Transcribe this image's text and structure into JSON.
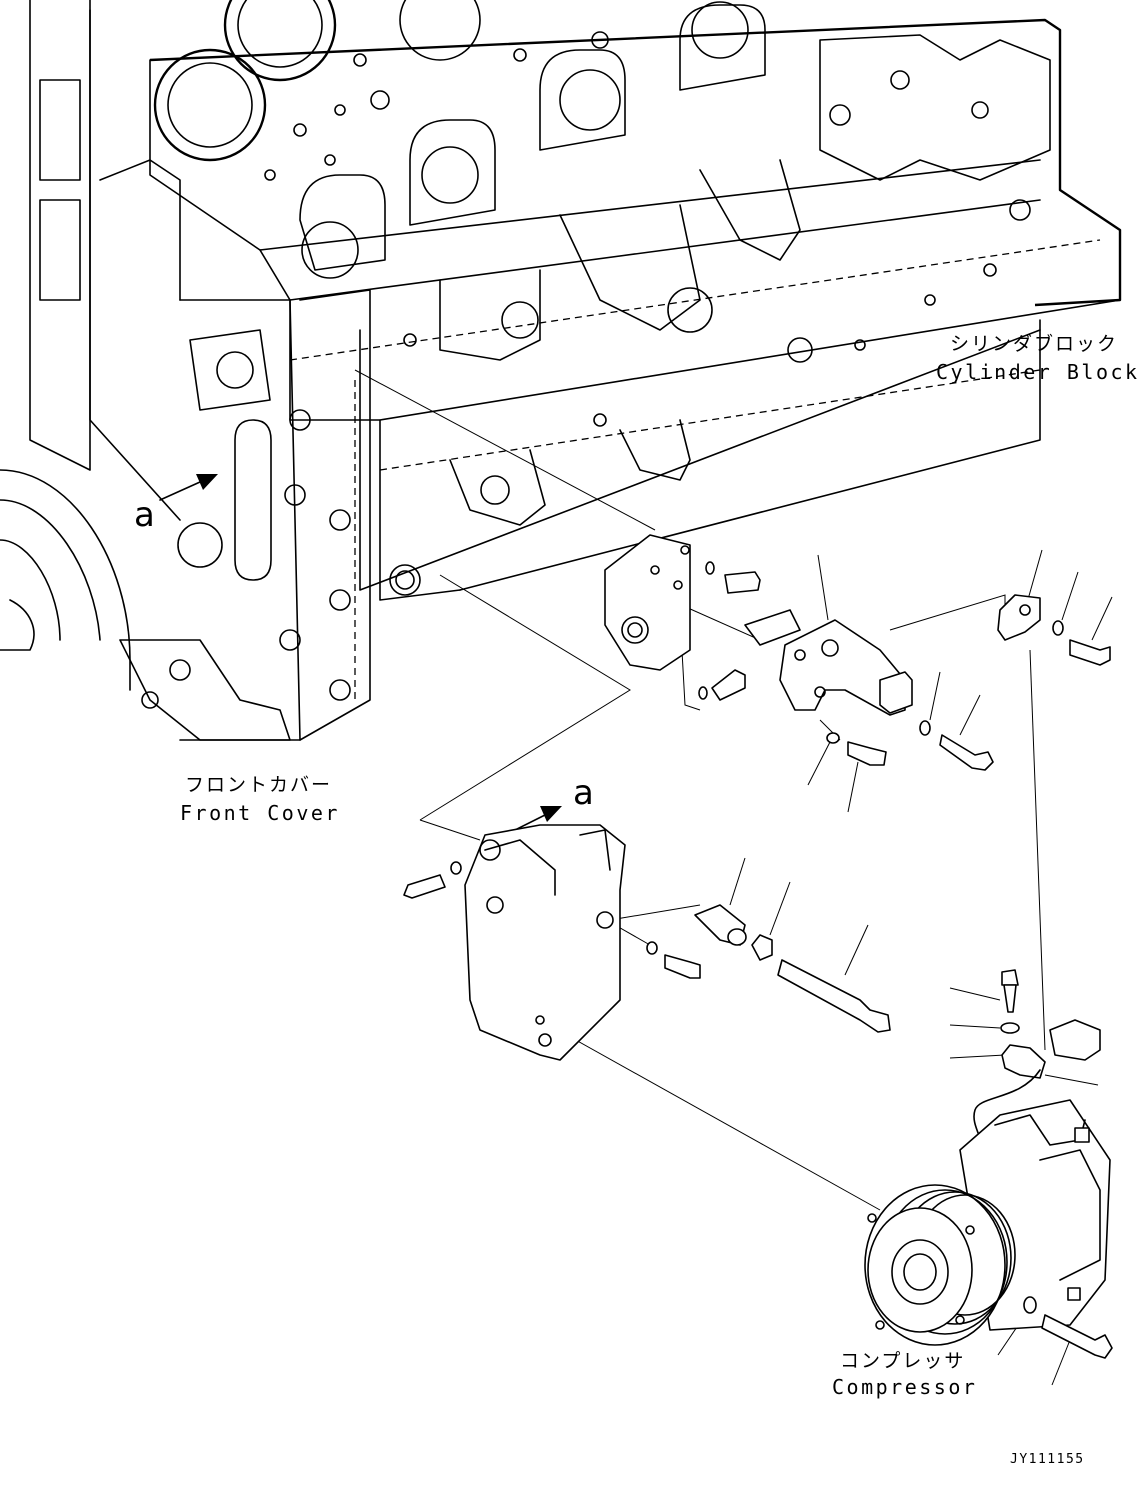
{
  "labels": {
    "cylinder_block_jp": "シリンダブロック",
    "cylinder_block_en": "Cylinder Block",
    "front_cover_jp": "フロントカバー",
    "front_cover_en": "Front Cover",
    "compressor_jp": "コンプレッサ",
    "compressor_en": "Compressor",
    "view_marker_1": "a",
    "view_marker_2": "a",
    "drawing_code": "JY111155"
  },
  "colors": {
    "line": "#000000",
    "background": "#ffffff"
  }
}
